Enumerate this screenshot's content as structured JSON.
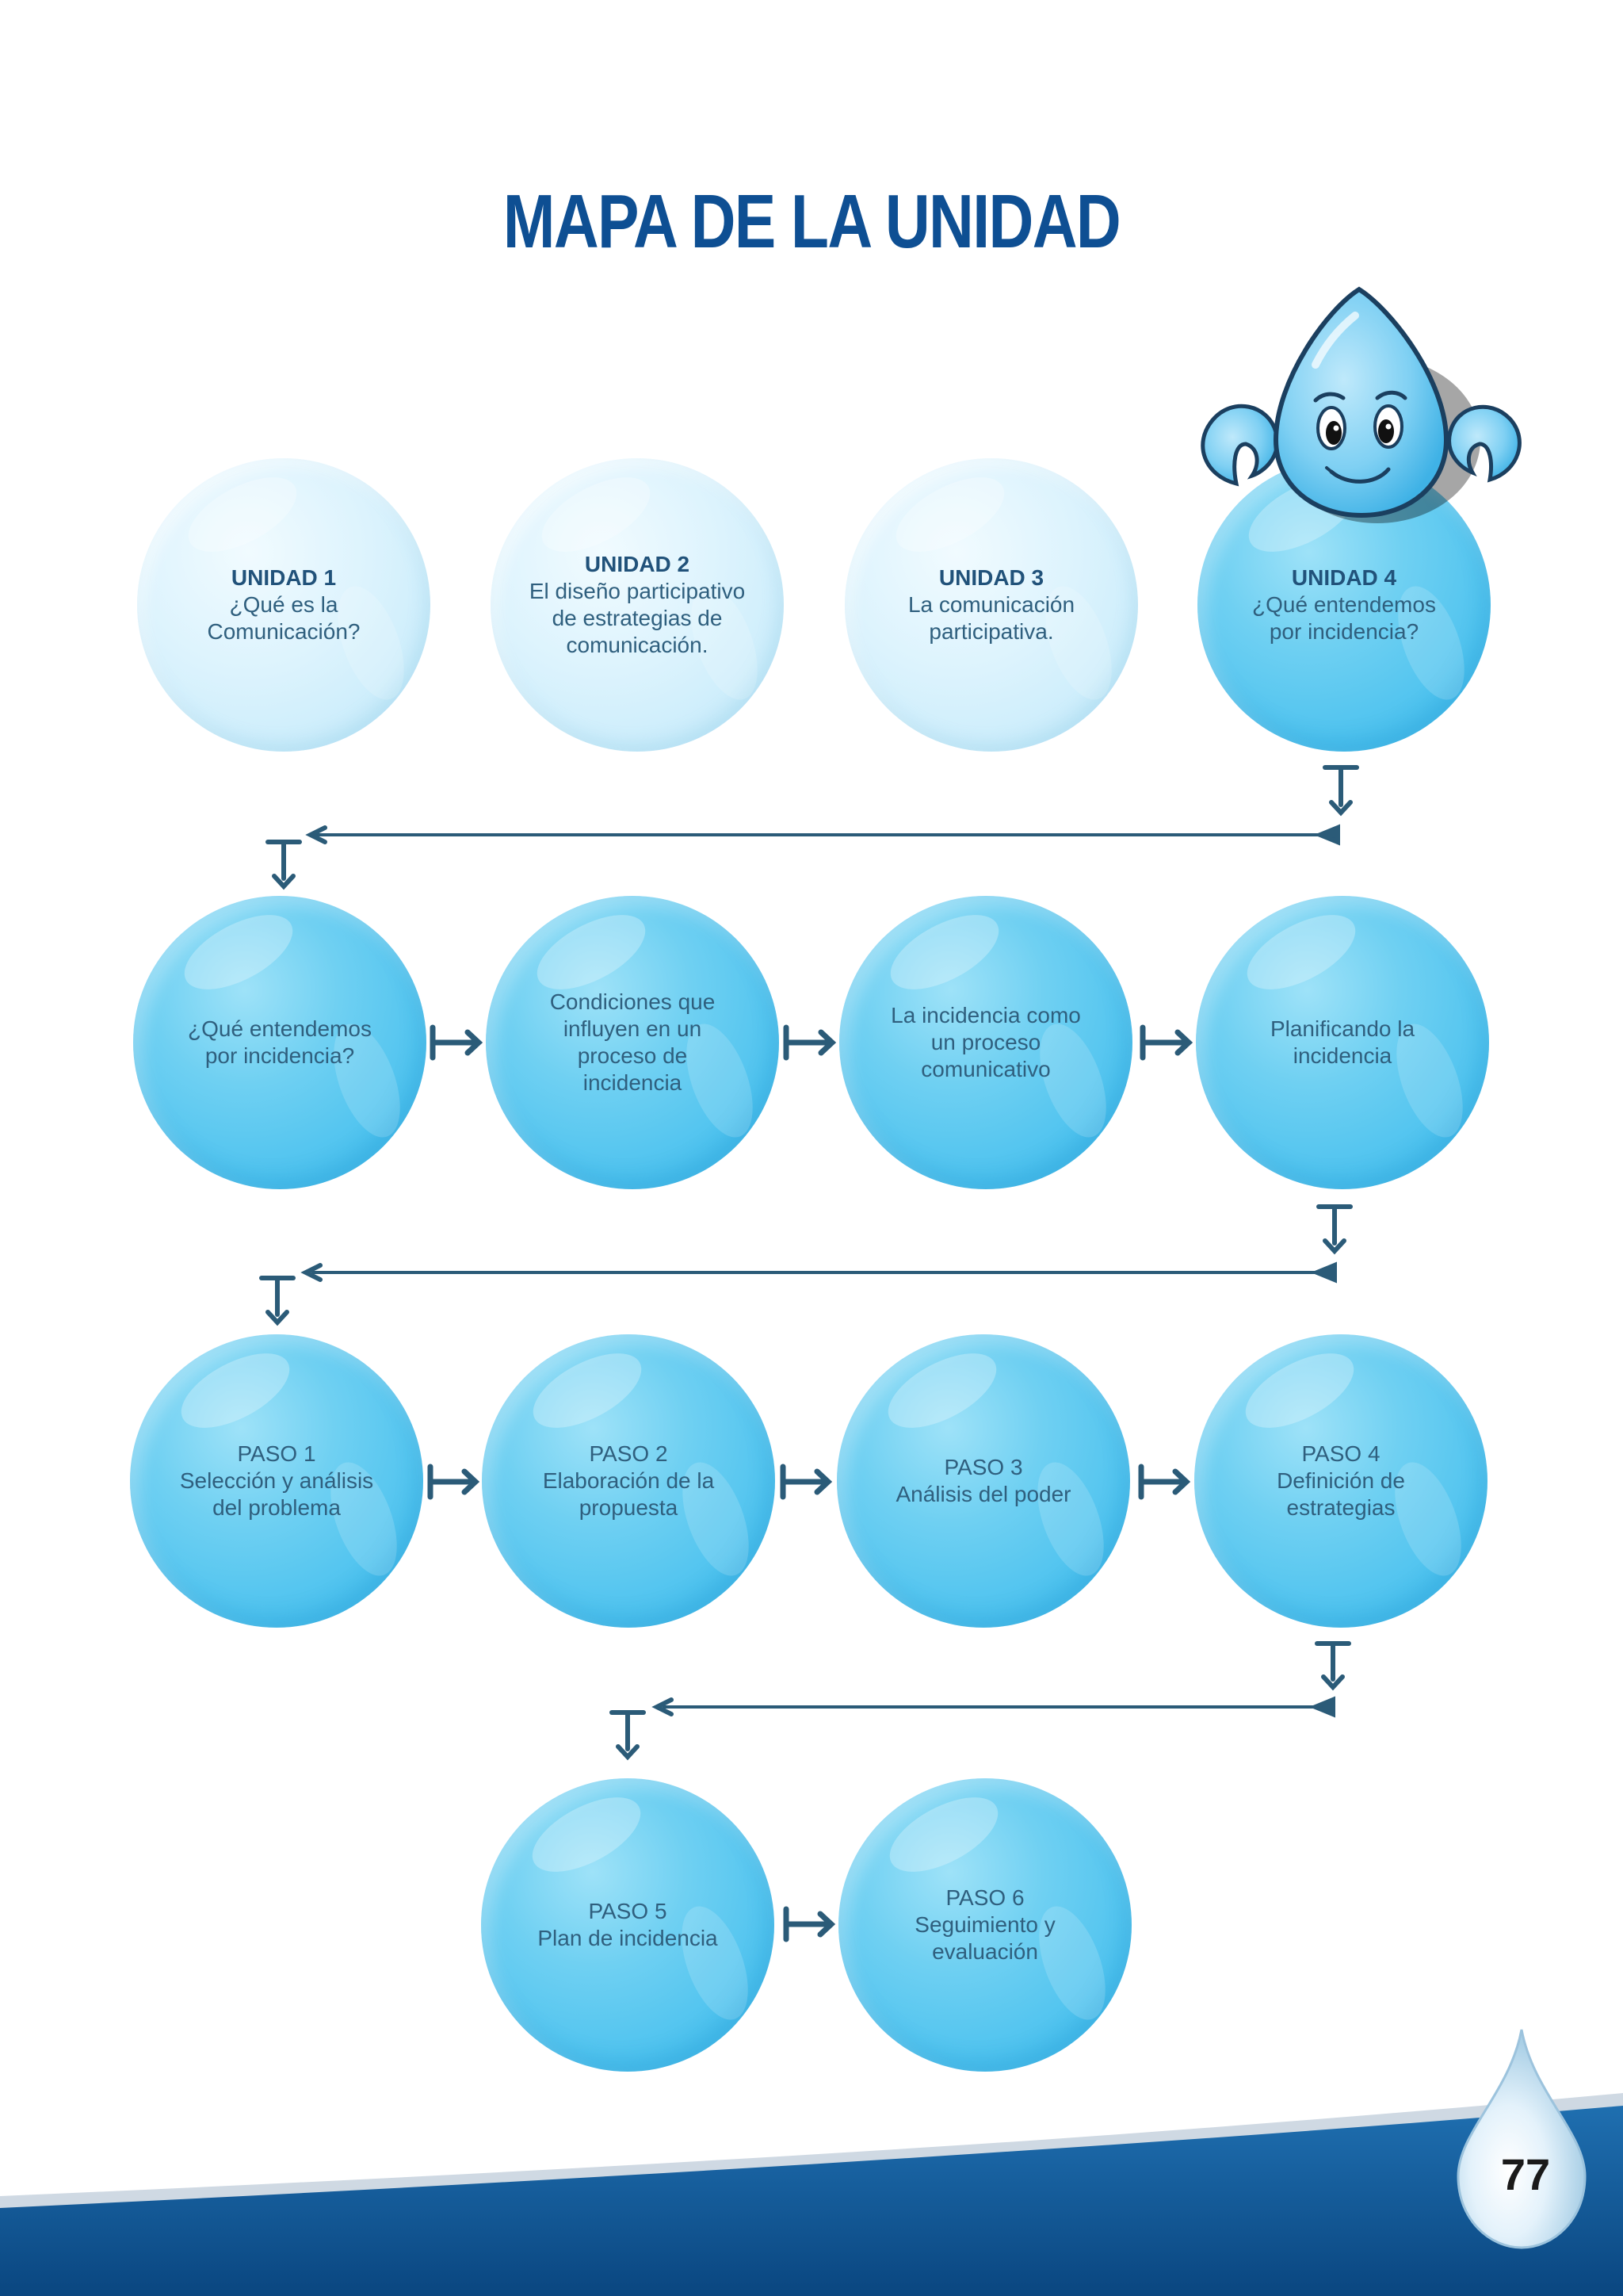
{
  "title": "MAPA DE LA UNIDAD",
  "units": [
    {
      "label": "UNIDAD 1",
      "lines": [
        "¿Qué es la",
        "Comunicación?"
      ]
    },
    {
      "label": "UNIDAD 2",
      "lines": [
        "El diseño participativo",
        "de estrategias de",
        "comunicación."
      ]
    },
    {
      "label": "UNIDAD 3",
      "lines": [
        "La comunicación",
        "participativa."
      ]
    },
    {
      "label": "UNIDAD 4",
      "lines": [
        "¿Qué entendemos",
        "por incidencia?"
      ]
    }
  ],
  "topics": [
    {
      "lines": [
        "¿Qué entendemos",
        "por incidencia?"
      ]
    },
    {
      "lines": [
        "Condiciones que",
        "influyen en un",
        "proceso de",
        "incidencia"
      ]
    },
    {
      "lines": [
        "La incidencia como",
        "un proceso",
        "comunicativo"
      ]
    },
    {
      "lines": [
        "Planificando la",
        "incidencia"
      ]
    }
  ],
  "steps": [
    {
      "lines": [
        "PASO 1",
        "Selección y análisis",
        "del problema"
      ]
    },
    {
      "lines": [
        "PASO 2",
        "Elaboración de la",
        "propuesta"
      ]
    },
    {
      "lines": [
        "PASO 3",
        "Análisis del poder"
      ]
    },
    {
      "lines": [
        "PASO 4",
        "Definición de",
        "estrategias"
      ]
    },
    {
      "lines": [
        "PASO 5",
        "Plan de incidencia"
      ]
    },
    {
      "lines": [
        "PASO 6",
        "Seguimiento y",
        "evaluación"
      ]
    }
  ],
  "page_number": "77",
  "colors": {
    "title": "#0e4f93",
    "arrow": "#2b5b78",
    "footer": "#0c4f8a"
  },
  "icons": [
    "water-drop-mascot-icon",
    "water-drop-icon"
  ]
}
